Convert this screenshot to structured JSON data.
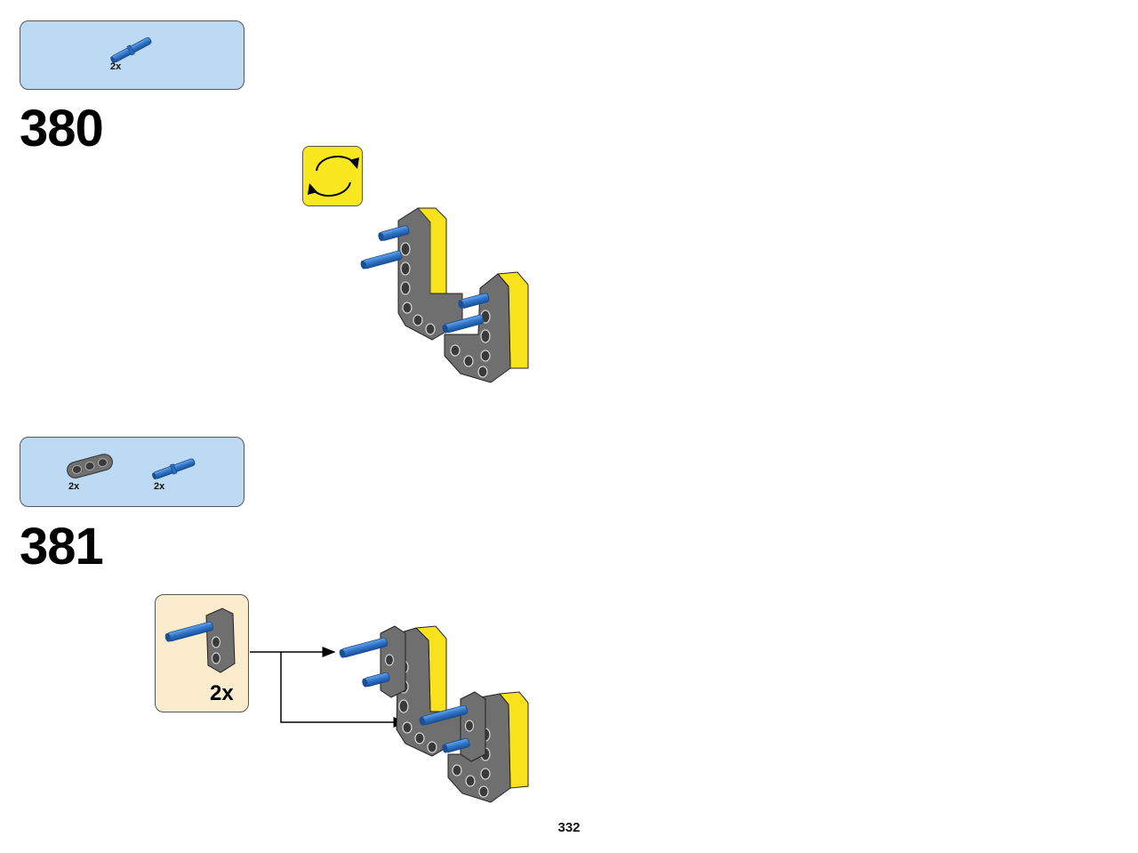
{
  "steps": [
    {
      "number": "380",
      "parts": [
        {
          "icon": "blue-pin-icon",
          "qty": "2x"
        }
      ],
      "has_rotate_hint": true
    },
    {
      "number": "381",
      "parts": [
        {
          "icon": "gray-beam-icon",
          "qty": "2x"
        },
        {
          "icon": "blue-pin-icon",
          "qty": "2x"
        }
      ],
      "subassembly": {
        "qty": "2x"
      }
    }
  ],
  "page_number": "332",
  "colors": {
    "parts_box_bg": "#bcdaf3",
    "rotate_box_bg": "#f9e81f",
    "subassembly_bg": "#fbeccd",
    "beam_gray": "#6f6f6f",
    "beam_yellow": "#f7e21b",
    "pin_blue": "#2e73c8"
  }
}
